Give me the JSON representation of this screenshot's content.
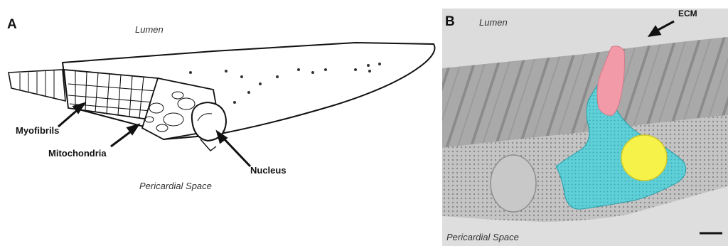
{
  "panel_a": {
    "label": "A",
    "lumen": "Lumen",
    "pericardial": "Pericardial Space",
    "myofibrils": "Myofibrils",
    "mitochondria": "Mitochondria",
    "nucleus": "Nucleus"
  },
  "panel_b": {
    "label": "B",
    "lumen": "Lumen",
    "ecm": "ECM",
    "pericardial": "Pericardial Space"
  },
  "colors": {
    "membrane_red": "#f39aa8",
    "cytoplasm_cyan": "#5fd0d8",
    "nucleus_yellow": "#f6f24a",
    "em_gray": "#b8b8b8"
  }
}
